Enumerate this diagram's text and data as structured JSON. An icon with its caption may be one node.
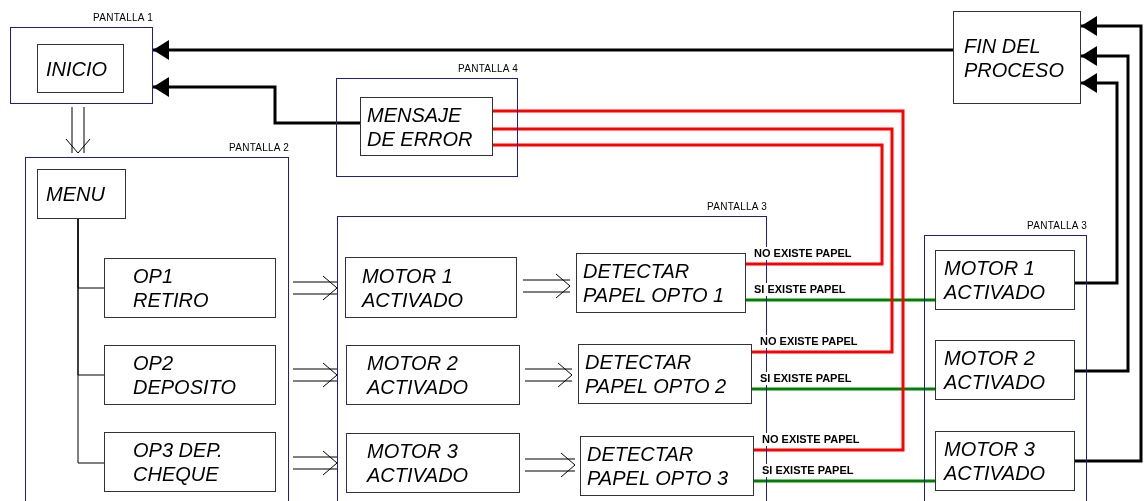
{
  "diagram": {
    "nodes": [
      {
        "text": [
          "PANTALLA 1"
        ]
      },
      {
        "text": [
          "INICIO"
        ],
        "in": 0
      },
      {
        "text": [
          "PANTALLA 4"
        ]
      },
      {
        "text": [
          "MENSAJE DE ERROR"
        ],
        "in": 2
      },
      {
        "text": [
          "FIN DEL PROCESO"
        ]
      },
      {
        "text": [
          "PANTALLA 2"
        ]
      },
      {
        "text": [
          "MENU"
        ],
        "in": 5
      },
      {
        "text": [
          "OP1 RETIRO"
        ],
        "in": 5
      },
      {
        "text": [
          "OP2 DEPOSITO"
        ],
        "in": 5
      },
      {
        "text": [
          "OP3 DEP. CHEQUE"
        ],
        "in": 5
      },
      {
        "text": [
          "PANTALLA 3"
        ]
      },
      {
        "text": [
          "MOTOR 1 ACTIVADO"
        ],
        "in": 10
      },
      {
        "text": [
          "DETECTAR PAPEL OPTO 1"
        ],
        "in": 10
      },
      {
        "text": [
          "MOTOR 2 ACTIVADO"
        ],
        "in": 10
      },
      {
        "text": [
          "DETECTAR PAPEL OPTO 2"
        ],
        "in": 10
      },
      {
        "text": [
          "MOTOR 3 ACTIVADO"
        ],
        "in": 10
      },
      {
        "text": [
          "DETECTAR PAPEL OPTO 3"
        ],
        "in": 10
      },
      {
        "text": [
          "PANTALLA 3"
        ]
      },
      {
        "text": [
          "MOTOR 1 ACTIVADO"
        ],
        "in": 17
      },
      {
        "text": [
          "MOTOR 2 ACTIVADO"
        ],
        "in": 17
      },
      {
        "text": [
          "MOTOR 3 ACTIVADO"
        ],
        "in": 17
      }
    ],
    "edges": [
      {
        "from": 4,
        "to": 0,
        "arrow": "to"
      },
      {
        "from": 3,
        "to": 0,
        "arrow": "to"
      },
      {
        "from": 0,
        "to": 5,
        "arrow": "to"
      },
      {
        "from": 6,
        "to": 7,
        "arrow": "none"
      },
      {
        "from": 6,
        "to": 8,
        "arrow": "none"
      },
      {
        "from": 6,
        "to": 9,
        "arrow": "none"
      },
      {
        "from": 7,
        "to": 11,
        "arrow": "to"
      },
      {
        "from": 8,
        "to": 13,
        "arrow": "to"
      },
      {
        "from": 9,
        "to": 15,
        "arrow": "to"
      },
      {
        "from": 11,
        "to": 12,
        "arrow": "to"
      },
      {
        "from": 13,
        "to": 14,
        "arrow": "to"
      },
      {
        "from": 15,
        "to": 16,
        "arrow": "to"
      },
      {
        "from": 12,
        "to": 3,
        "arrow": "none",
        "label": "NO EXISTE PAPEL",
        "color": "#ff0000"
      },
      {
        "from": 12,
        "to": 18,
        "arrow": "none",
        "label": "SI EXISTE PAPEL",
        "color": "#008000"
      },
      {
        "from": 14,
        "to": 3,
        "arrow": "none",
        "label": "NO EXISTE PAPEL",
        "color": "#ff0000"
      },
      {
        "from": 14,
        "to": 19,
        "arrow": "none",
        "label": "SI EXISTE PAPEL",
        "color": "#008000"
      },
      {
        "from": 16,
        "to": 3,
        "arrow": "none",
        "label": "NO EXISTE PAPEL",
        "color": "#ff0000"
      },
      {
        "from": 16,
        "to": 20,
        "arrow": "none",
        "label": "SI EXISTE PAPEL",
        "color": "#008000"
      },
      {
        "from": 18,
        "to": 4,
        "arrow": "to"
      },
      {
        "from": 19,
        "to": 4,
        "arrow": "to"
      },
      {
        "from": 20,
        "to": 4,
        "arrow": "to"
      }
    ]
  }
}
